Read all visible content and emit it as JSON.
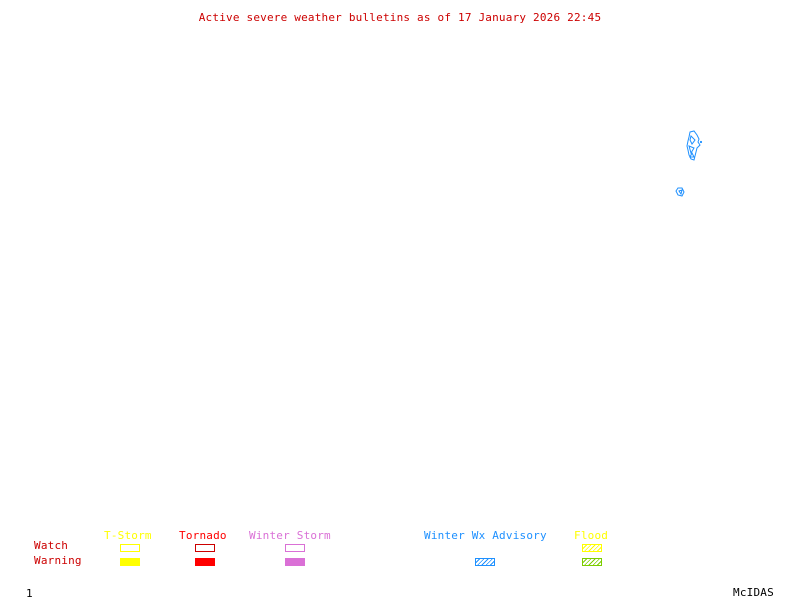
{
  "title": {
    "text": "Active severe weather bulletins as of 17 January 2026 22:45",
    "color": "#cc0000"
  },
  "map": {
    "features": [
      {
        "name": "winter-wx-advisory-area",
        "category": "Winter Wx Advisory",
        "color": "#1e90ff"
      },
      {
        "name": "winter-wx-advisory-area",
        "category": "Winter Wx Advisory",
        "color": "#1e90ff"
      }
    ]
  },
  "legend": {
    "row_labels": {
      "watch": "Watch",
      "warning": "Warning",
      "color": "#cc0000"
    },
    "categories": [
      {
        "label": "T-Storm",
        "color": "#ffff00",
        "watch": "outline",
        "warning": "solid"
      },
      {
        "label": "Tornado",
        "color": "#ff0000",
        "watch": "outline",
        "warning": "solid"
      },
      {
        "label": "Winter Storm",
        "color": "#da70d6",
        "watch": "outline",
        "warning": "solid"
      },
      {
        "label": "Winter Wx Advisory",
        "color": "#1e90ff",
        "watch": null,
        "warning": "hatched"
      },
      {
        "label": "Flood",
        "color": "#ffff00",
        "warning_color": "#7ccd00",
        "watch": "hatched",
        "warning": "hatched"
      }
    ]
  },
  "footer": {
    "frame_number": "1",
    "brand": "McIDAS"
  }
}
